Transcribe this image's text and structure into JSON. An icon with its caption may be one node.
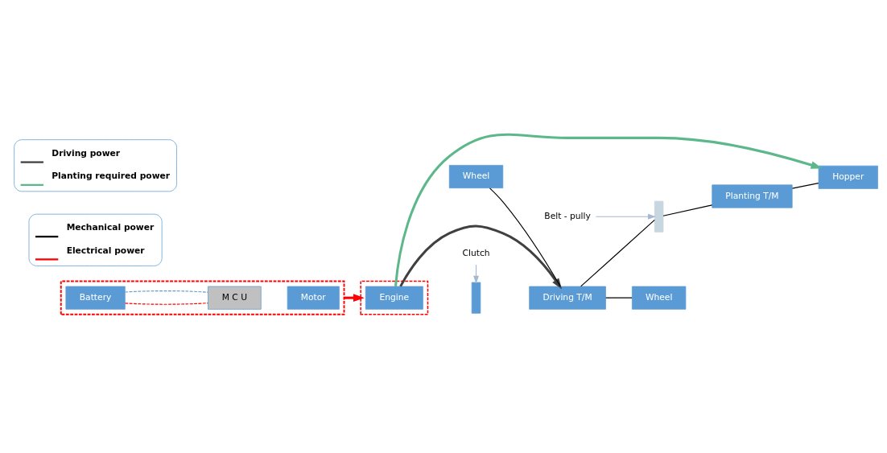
{
  "diagram": {
    "nodes": [
      {
        "text": [],
        "shape": "box"
      },
      {
        "text": [
          "Battery"
        ],
        "in": 0
      },
      {
        "text": [
          "M C U"
        ],
        "in": 0
      },
      {
        "text": [
          "Motor"
        ],
        "in": 0
      },
      {
        "text": [
          "Clutch"
        ]
      },
      {
        "text": [],
        "shape": "box"
      },
      {
        "text": [
          "Engine"
        ],
        "in": 5
      },
      {
        "text": [],
        "shape": "bar"
      },
      {
        "text": [
          "Wheel"
        ]
      },
      {
        "text": [
          "Driving T/M"
        ]
      },
      {
        "text": [
          "Wheel"
        ]
      },
      {
        "text": [
          "Belt - pully"
        ]
      },
      {
        "text": [],
        "shape": "bar"
      },
      {
        "text": [
          "Planting T/M"
        ]
      },
      {
        "text": [
          "Hopper"
        ]
      }
    ],
    "edges": [
      {
        "from": 1,
        "to": 2,
        "arrow": "none",
        "style": "dashed",
        "color": "#ff0000"
      },
      {
        "from": 1,
        "to": 2,
        "arrow": "none",
        "style": "dashed",
        "color": "#5b9bd5"
      },
      {
        "from": 0,
        "to": 5,
        "arrow": "to",
        "style": "thick",
        "color": "#ff0000"
      },
      {
        "from": 4,
        "to": 7,
        "arrow": "to",
        "color": "#a6b8d0"
      },
      {
        "from": 8,
        "to": 9,
        "arrow": "none"
      },
      {
        "from": 9,
        "to": 10,
        "arrow": "none"
      },
      {
        "from": 9,
        "to": 12,
        "arrow": "none"
      },
      {
        "from": 11,
        "to": 12,
        "arrow": "to",
        "color": "#a6b8d0"
      },
      {
        "from": 12,
        "to": 13,
        "arrow": "none"
      },
      {
        "from": 13,
        "to": 14,
        "arrow": "none"
      },
      {
        "from": 6,
        "to": 9,
        "arrow": "to",
        "style": "thick",
        "color": "#404040"
      },
      {
        "from": 6,
        "to": 14,
        "arrow": "to",
        "style": "thick",
        "color": "#5cb88a"
      }
    ],
    "legend": [
      {
        "text": "Mechanical power"
      },
      {
        "text": "Electrical power"
      },
      {
        "text": "Driving power"
      },
      {
        "text": "Planting required power"
      }
    ]
  }
}
